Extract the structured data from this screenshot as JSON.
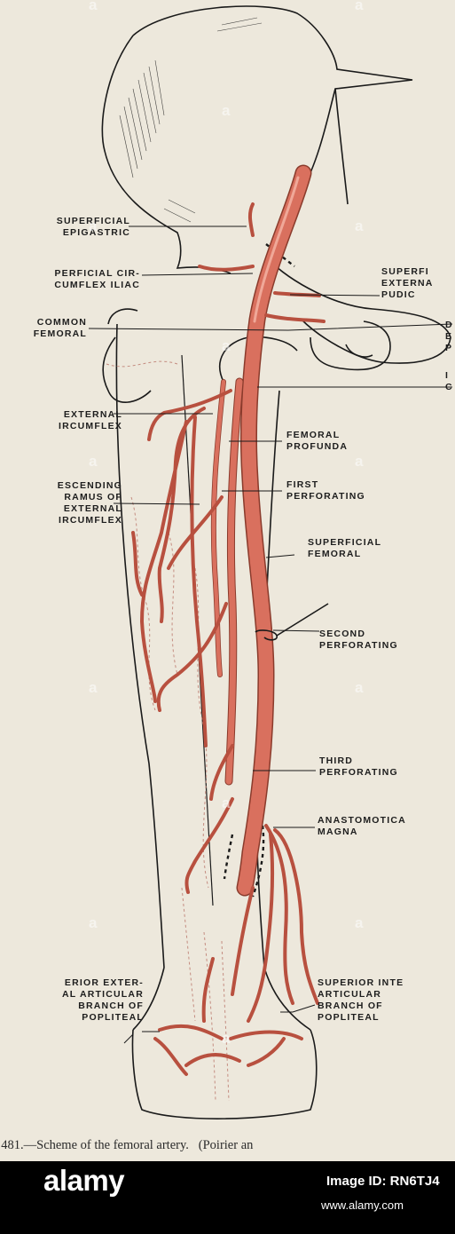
{
  "labels": {
    "superficial_epigastric": "SUPERFICIAL\nEPIGASTRIC",
    "superficial_circumflex_iliac": "PERFICIAL CIR-\nCUMFLEX ILIAC",
    "common_femoral": "COMMON\nFEMORAL",
    "external_circumflex": "EXTERNAL\nIRCUMFLEX",
    "descending_ramus": "ESCENDING\nRAMUS OF\nEXTERNAL\nIRCUMFLEX",
    "superficial_external_pudic": "SUPERFI\nEXTERNA\nPUDIC",
    "deep_external_pudic": "D\nE\nP",
    "internal_circumflex": "I\nC",
    "femoral_profunda": "FEMORAL\nPROFUNDA",
    "first_perforating": "FIRST\nPERFORATING",
    "superficial_femoral": "SUPERFICIAL\nFEMORAL",
    "second_perforating": "SECOND\nPERFORATING",
    "third_perforating": "THIRD\nPERFORATING",
    "anastomotica_magna": "ANASTOMOTICA\nMAGNA",
    "superior_external_articular": "ERIOR EXTER-\nAL ARTICULAR\nBRANCH OF\nPOPLITEAL",
    "superior_internal_articular": "SUPERIOR INTE\nARTICULAR\nBRANCH OF\nPOPLITEAL"
  },
  "caption": ". 481.—Scheme of the femoral artery.   (Poirier an",
  "watermark": "a",
  "footer": {
    "logo": "alamy",
    "image_id": "Image ID: RN6TJ4",
    "url": "www.alamy.com"
  },
  "colors": {
    "artery": "#d9705e",
    "artery_dark": "#8a3b2c",
    "outline": "#1a1a1a",
    "paper": "#ede8dc"
  }
}
